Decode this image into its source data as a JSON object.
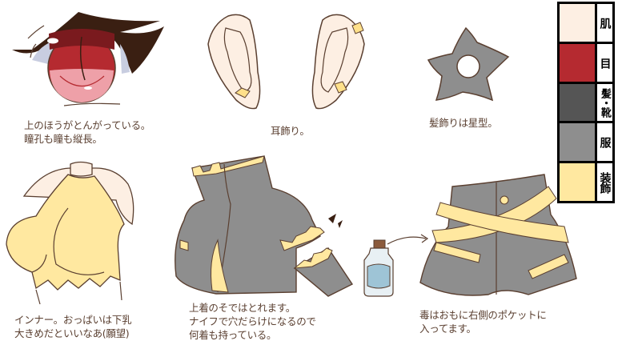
{
  "palette": {
    "items": [
      {
        "label": "肌",
        "color": "#fdefe3"
      },
      {
        "label": "目",
        "color": "#b52a30"
      },
      {
        "label": "髪・靴",
        "color": "#555555"
      },
      {
        "label": "服",
        "color": "#8e8e8e"
      },
      {
        "label": "装飾",
        "color": "#ffe8a0"
      }
    ]
  },
  "captions": {
    "eye": "上のほうがとんがっている。\n瞳孔も瞳も縦長。",
    "ear": "耳飾り。",
    "hair_ornament": "髪飾りは星型。",
    "inner": "インナー。おっぱいは下乳\n大きめだといいなあ(願望)",
    "jacket": "上着のそではとれます。\nナイフで穴だらけになるので\n何着も持っている。",
    "skirt": "毒はおもに右側のポケットに\n入ってます。"
  },
  "colors": {
    "outline": "#5a3f30",
    "skin": "#fdefe3",
    "eye": "#b52a30",
    "hair": "#3a1f12",
    "cloth": "#8e8e8e",
    "ornament": "#ffe8a0"
  }
}
